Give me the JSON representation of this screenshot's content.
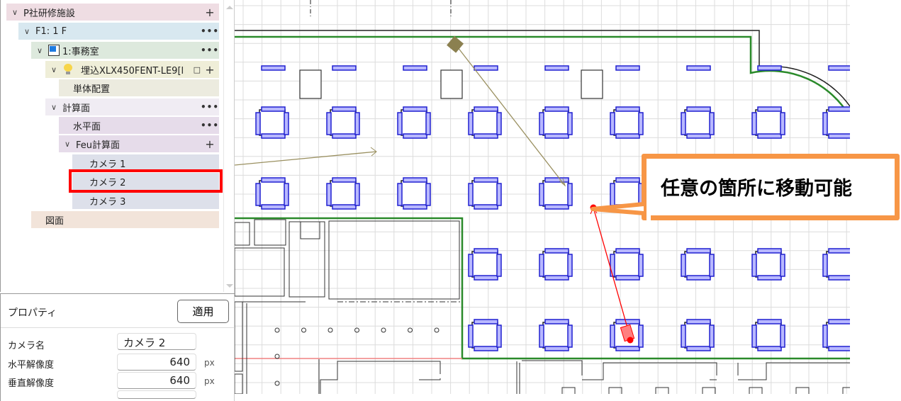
{
  "tree": {
    "items": [
      {
        "label": "P社研修施設",
        "action": "+",
        "bg": "#efdde3",
        "indent": 0,
        "chevron": true
      },
      {
        "label": "F1: 1 F",
        "action": "•••",
        "bg": "#d8e8f0",
        "indent": 1,
        "chevron": true
      },
      {
        "label": "1:事務室",
        "action": "•••",
        "bg": "#dde9dd",
        "indent": 2,
        "chevron": true,
        "icon": "room-icon"
      },
      {
        "label": "埋込XLX450FENT-LE9[l",
        "action": "+",
        "bg": "#efeed8",
        "indent": 3,
        "chevron": true,
        "icon": "lightbulb-icon",
        "lock": true
      },
      {
        "label": "単体配置",
        "action": "",
        "bg": "#ecebdf",
        "indent": 4,
        "chevron": false
      },
      {
        "label": "計算面",
        "action": "•••",
        "bg": "#f0ecf3",
        "indent": 3,
        "chevron": true
      },
      {
        "label": "水平面",
        "action": "•••",
        "bg": "#e6dcea",
        "indent": 4,
        "chevron": false
      },
      {
        "label": "Feu計算面",
        "action": "+",
        "bg": "#e6dcea",
        "indent": 4,
        "chevron": true
      },
      {
        "label": "カメラ 1",
        "action": "",
        "bg": "#dde0ea",
        "indent": 5,
        "chevron": false
      },
      {
        "label": "カメラ 2",
        "action": "",
        "bg": "#dde0ea",
        "indent": 5,
        "chevron": false,
        "selected": true
      },
      {
        "label": "カメラ 3",
        "action": "",
        "bg": "#dde0ea",
        "indent": 5,
        "chevron": false
      },
      {
        "label": "図面",
        "action": "",
        "bg": "#f2e4da",
        "indent": 2,
        "chevron": false
      }
    ]
  },
  "properties": {
    "title": "プロパティ",
    "apply_label": "適用",
    "camera_name_label": "カメラ名",
    "camera_name_value": "カメラ 2",
    "h_res_label": "水平解像度",
    "h_res_value": "640",
    "h_res_unit": "px",
    "v_res_label": "垂直解像度",
    "v_res_value": "640",
    "v_res_unit": "px"
  },
  "callout": {
    "text": "任意の箇所に移動可能",
    "border_color": "#f79646"
  },
  "colors": {
    "desk": "#2020d0",
    "desk_fill": "#b8b8ff",
    "wall_green": "#2a8a2a",
    "camera": "#ff0000",
    "light_link": "#9a9060"
  }
}
